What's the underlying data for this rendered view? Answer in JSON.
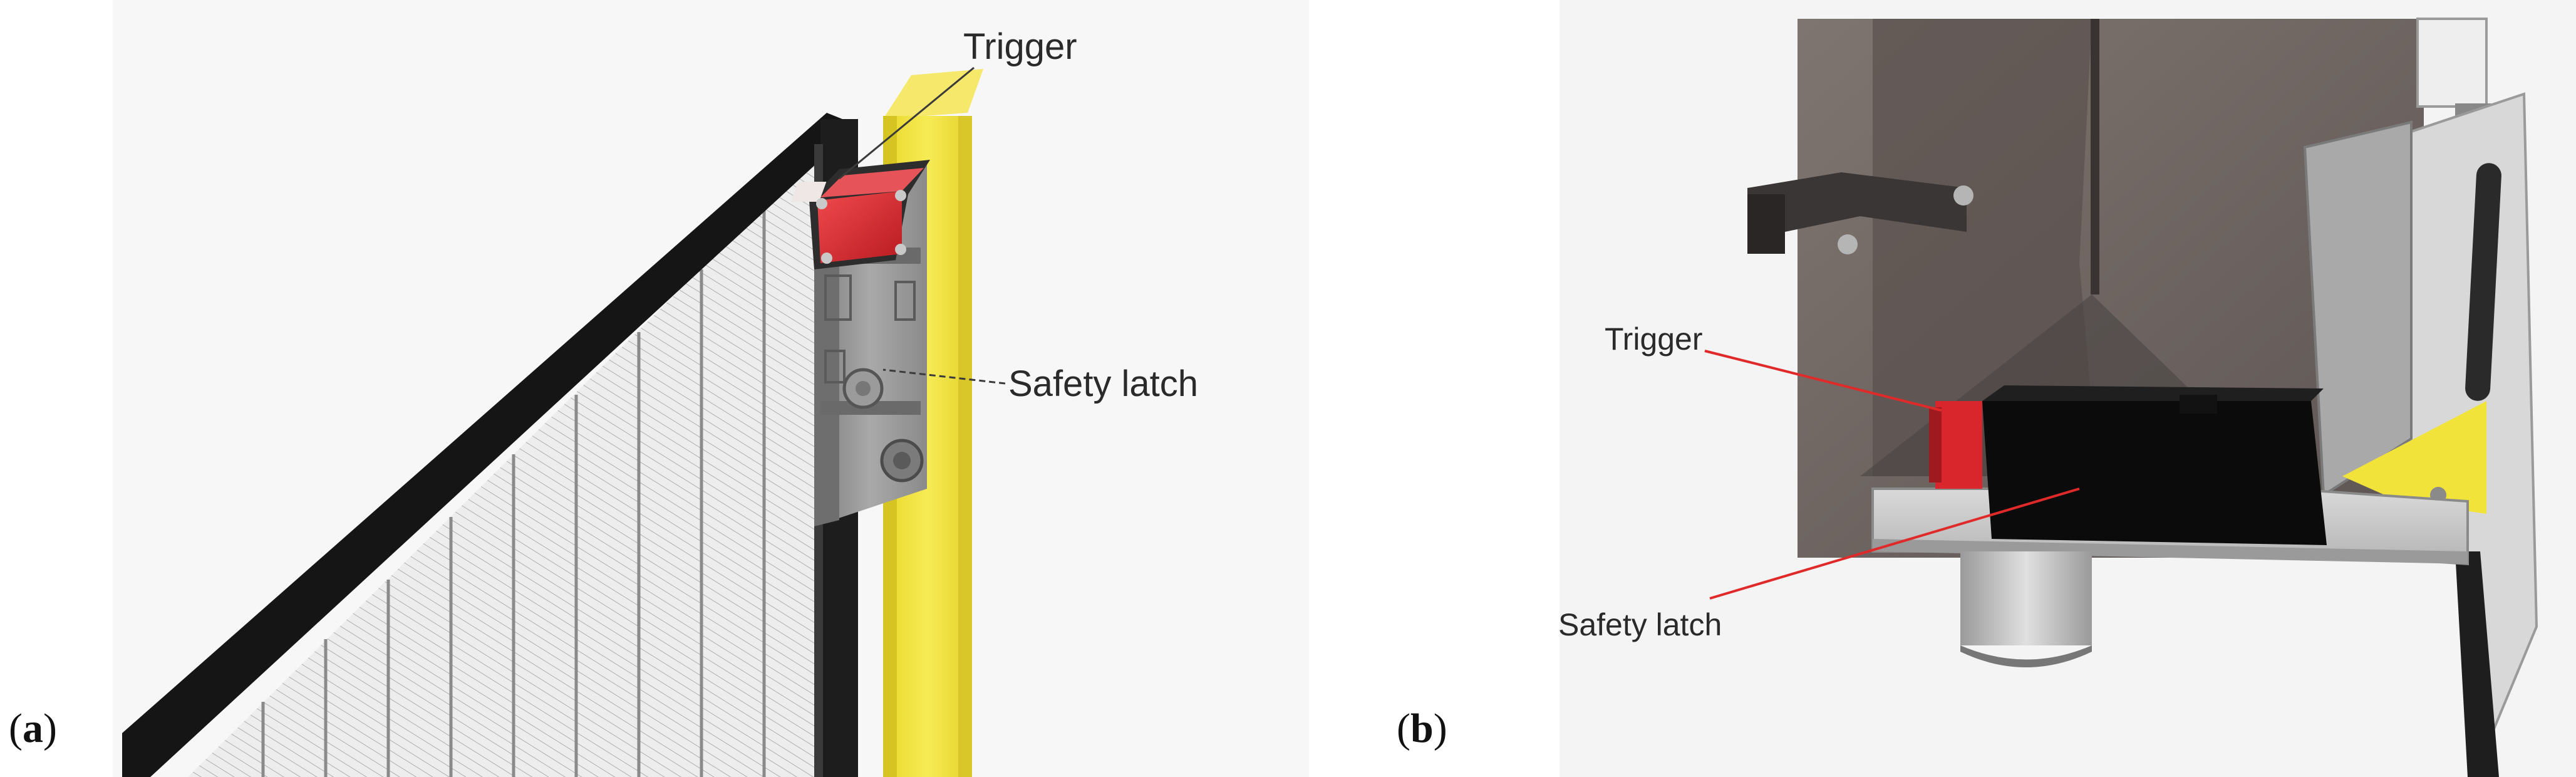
{
  "figure": {
    "panels": [
      {
        "letter": "a",
        "callouts": {
          "trigger": "Trigger",
          "safety_latch": "Safety latch"
        }
      },
      {
        "letter": "b",
        "callouts": {
          "trigger": "Trigger",
          "safety_latch": "Safety latch"
        }
      }
    ]
  },
  "colors": {
    "post_yellow": "#f2e33a",
    "trigger_red": "#d8262c",
    "latch_grey": "#8e8e8e",
    "frame_black": "#151515",
    "leader_red": "#e02a2a"
  }
}
